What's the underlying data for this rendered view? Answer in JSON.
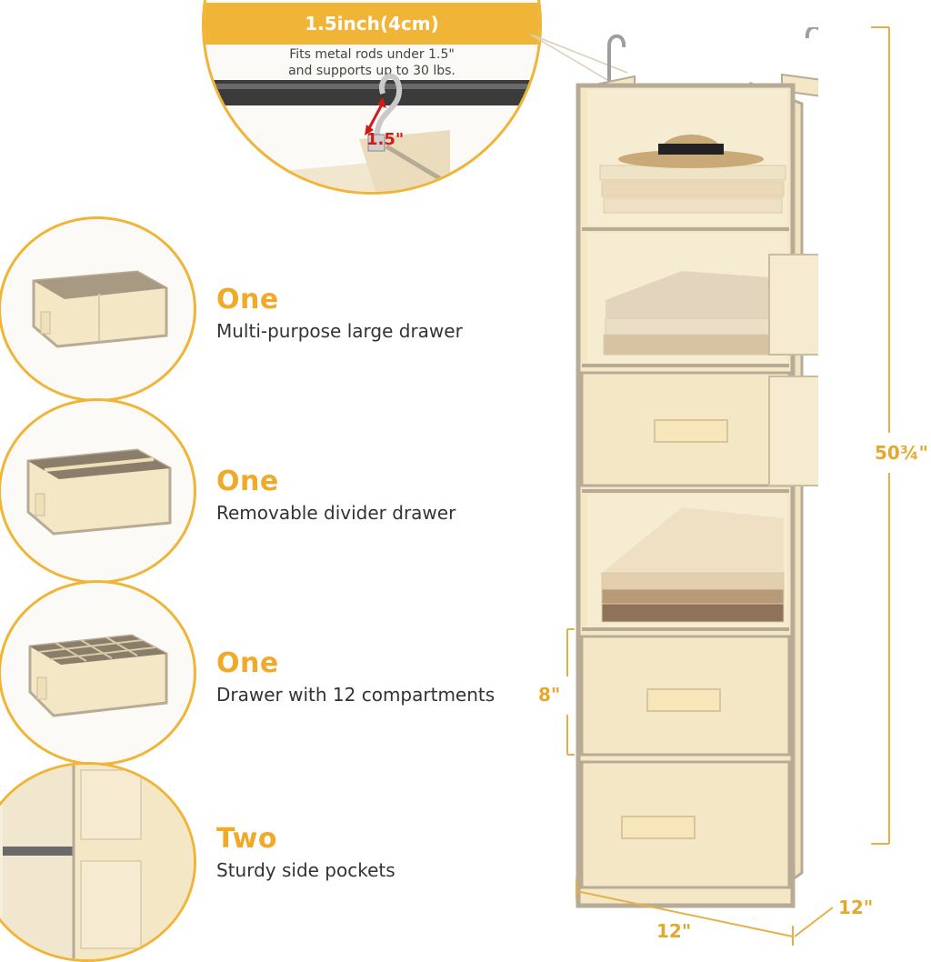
{
  "callout": {
    "title": "1.5inch(4cm)",
    "line1": "Fits metal rods under 1.5\"",
    "line2": "and supports up to 30 lbs.",
    "rod_label": "1.5\""
  },
  "features": [
    {
      "title": "One",
      "desc": "Multi-purpose large drawer"
    },
    {
      "title": "One",
      "desc": "Removable divider drawer"
    },
    {
      "title": "One",
      "desc": "Drawer with 12 compartments"
    },
    {
      "title": "Two",
      "desc": "Sturdy side pockets"
    }
  ],
  "dimensions": {
    "height": "50¾\"",
    "drawer_height": "8\"",
    "width": "12\"",
    "depth": "12\""
  },
  "colors": {
    "accent": "#f0b437",
    "fabric": "#f3e7c6",
    "trim": "#b8ab95",
    "rod": "#3b3b3b",
    "arrow": "#d21a1a"
  }
}
